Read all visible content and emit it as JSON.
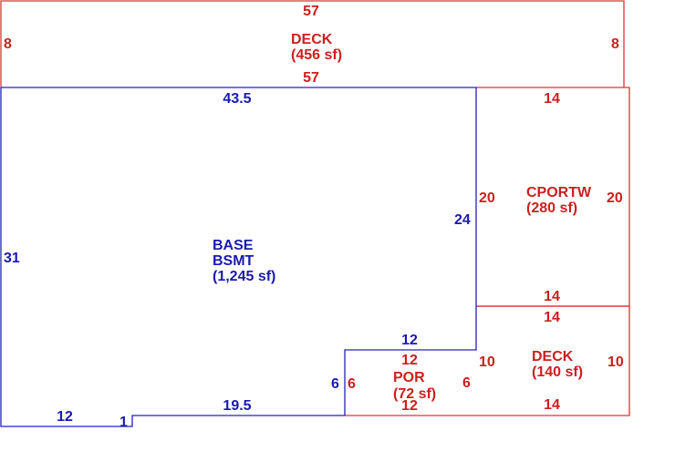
{
  "colors": {
    "base": "#1a1ab0",
    "addition": "#cc1f1f"
  },
  "areas": {
    "deck_top": {
      "name": "DECK",
      "area": "(456 sf)"
    },
    "base": {
      "name_line1": "BASE",
      "name_line2": "BSMT",
      "area": "(1,245 sf)"
    },
    "cportw": {
      "name": "CPORTW",
      "area": "(280 sf)"
    },
    "deck_right": {
      "name": "DECK",
      "area": "(140 sf)"
    },
    "por": {
      "name": "POR",
      "area": "(72 sf)"
    }
  },
  "dims": {
    "deck_top": {
      "top": "57",
      "bottom": "57",
      "left": "8",
      "right": "8"
    },
    "base": {
      "top": "43.5",
      "left": "31",
      "right": "24",
      "bottom_left": "12",
      "step": "1",
      "bottom_mid": "19.5",
      "por_top": "12",
      "por_left": "6"
    },
    "cportw": {
      "top": "14",
      "bottom": "14",
      "left": "20",
      "right": "20"
    },
    "deck_right": {
      "top": "14",
      "bottom": "14",
      "left": "10",
      "right": "10"
    },
    "por": {
      "top": "12",
      "bottom": "12",
      "left": "6",
      "right": "6"
    }
  }
}
